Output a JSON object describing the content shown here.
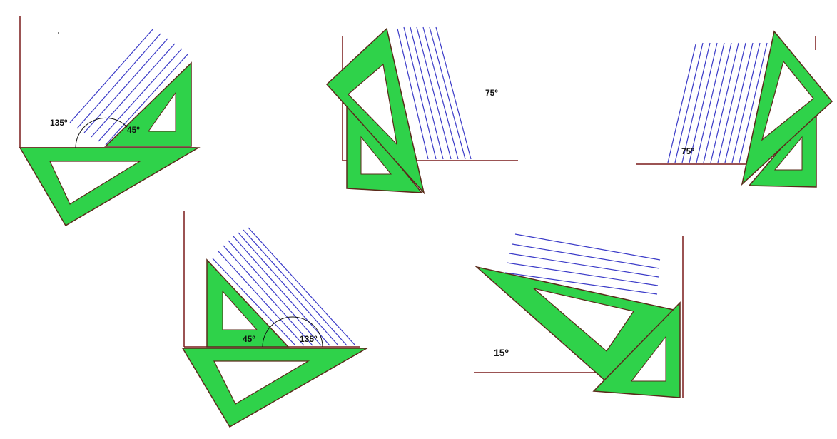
{
  "colors": {
    "set_square_fill": "#2fd24a",
    "set_square_edge": "#5a2a1a",
    "set_square_inner": "#6bd47a",
    "hatch_lines": "#3b3bc8",
    "reference_lines": "#7a1a1a",
    "arc": "#111111",
    "background": "#ffffff"
  },
  "figures": [
    {
      "name": "figure-1",
      "labels": [
        "135º",
        "45º"
      ]
    },
    {
      "name": "figure-2",
      "labels": [
        "75º"
      ]
    },
    {
      "name": "figure-3",
      "labels": [
        "75º"
      ]
    },
    {
      "name": "figure-4",
      "labels": [
        "45º",
        "135º"
      ]
    },
    {
      "name": "figure-5",
      "labels": [
        "15º"
      ]
    }
  ]
}
